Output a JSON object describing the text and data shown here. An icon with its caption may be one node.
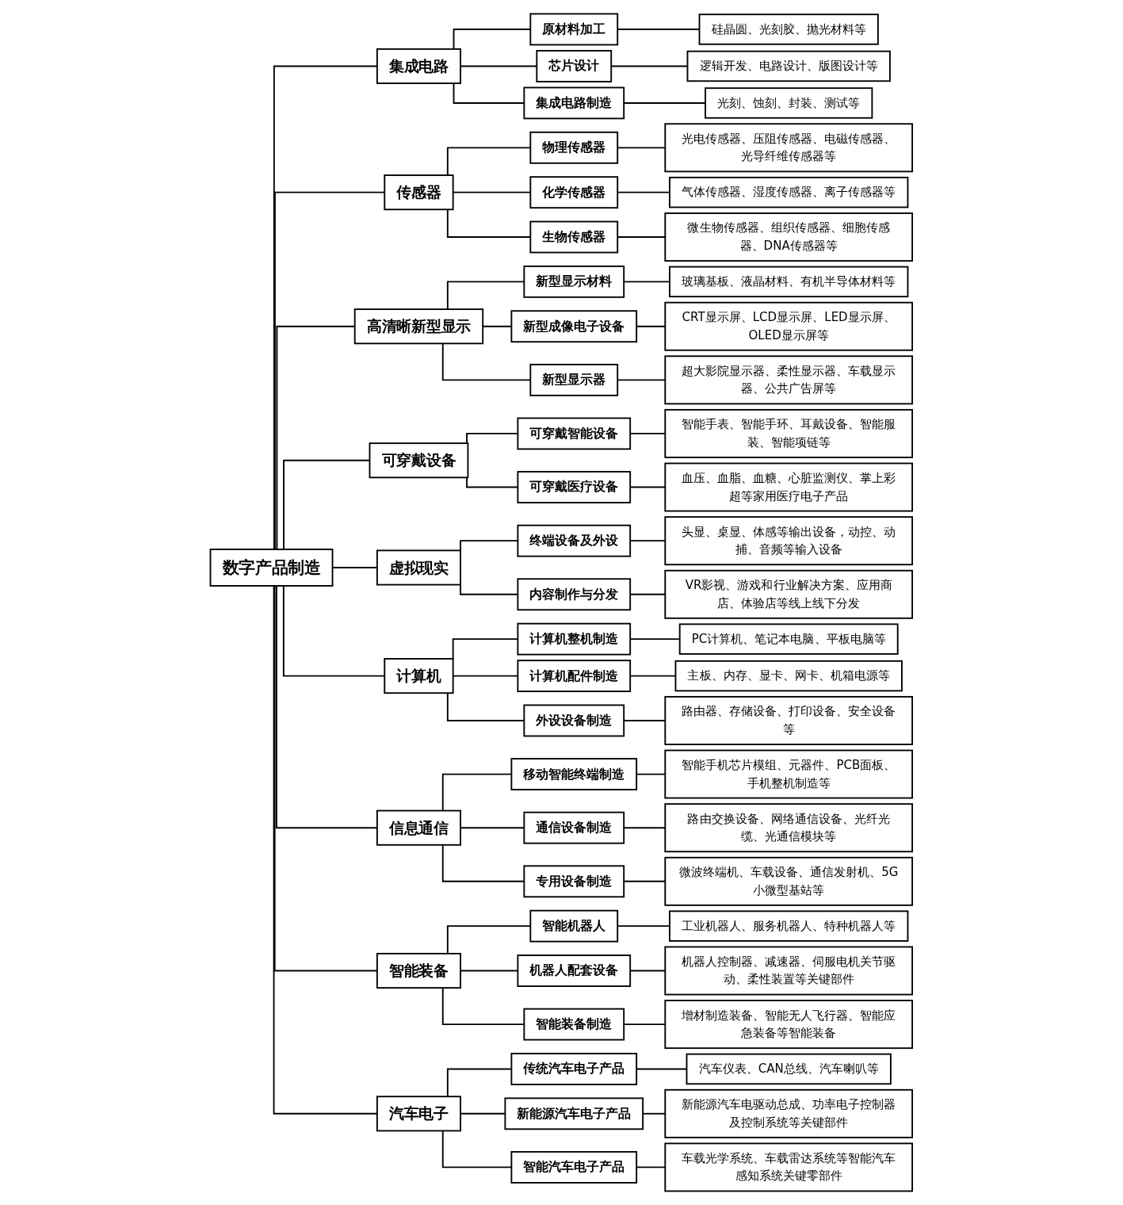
{
  "diagram": {
    "nodes": [
      {
        "text": [
          "数字产品制造"
        ]
      },
      {
        "text": [
          "集成电路"
        ]
      },
      {
        "text": [
          "原材料加工"
        ]
      },
      {
        "text": [
          "硅晶圆、光刻胶、抛光材料等"
        ]
      },
      {
        "text": [
          "芯片设计"
        ]
      },
      {
        "text": [
          "逻辑开发、电路设计、版图设计等"
        ]
      },
      {
        "text": [
          "集成电路制造"
        ]
      },
      {
        "text": [
          "光刻、蚀刻、封装、测试等"
        ]
      },
      {
        "text": [
          "传感器"
        ]
      },
      {
        "text": [
          "物理传感器"
        ]
      },
      {
        "text": [
          "光电传感器、压阻传感器、电磁传感器、光导纤维传感器等"
        ]
      },
      {
        "text": [
          "化学传感器"
        ]
      },
      {
        "text": [
          "气体传感器、湿度传感器、离子传感器等"
        ]
      },
      {
        "text": [
          "生物传感器"
        ]
      },
      {
        "text": [
          "微生物传感器、组织传感器、细胞传感器、DNA传感器等"
        ]
      },
      {
        "text": [
          "高清晰新型显示"
        ]
      },
      {
        "text": [
          "新型显示材料"
        ]
      },
      {
        "text": [
          "玻璃基板、液晶材料、有机半导体材料等"
        ]
      },
      {
        "text": [
          "新型成像电子设备"
        ]
      },
      {
        "text": [
          "CRT显示屏、LCD显示屏、LED显示屏、OLED显示屏等"
        ]
      },
      {
        "text": [
          "新型显示器"
        ]
      },
      {
        "text": [
          "超大影院显示器、柔性显示器、车载显示器、公共广告屏等"
        ]
      },
      {
        "text": [
          "可穿戴设备"
        ]
      },
      {
        "text": [
          "可穿戴智能设备"
        ]
      },
      {
        "text": [
          "智能手表、智能手环、耳戴设备、智能服装、智能项链等"
        ]
      },
      {
        "text": [
          "可穿戴医疗设备"
        ]
      },
      {
        "text": [
          "血压、血脂、血糖、心脏监测仪、掌上彩超等家用医疗电子产品"
        ]
      },
      {
        "text": [
          "虚拟现实"
        ]
      },
      {
        "text": [
          "终端设备及外设"
        ]
      },
      {
        "text": [
          "头显、桌显、体感等输出设备，动控、动捕、音频等输入设备"
        ]
      },
      {
        "text": [
          "内容制作与分发"
        ]
      },
      {
        "text": [
          "VR影视、游戏和行业解决方案、应用商店、体验店等线上线下分发"
        ]
      },
      {
        "text": [
          "计算机"
        ]
      },
      {
        "text": [
          "计算机整机制造"
        ]
      },
      {
        "text": [
          "PC计算机、笔记本电脑、平板电脑等"
        ]
      },
      {
        "text": [
          "计算机配件制造"
        ]
      },
      {
        "text": [
          "主板、内存、显卡、网卡、机箱电源等"
        ]
      },
      {
        "text": [
          "外设设备制造"
        ]
      },
      {
        "text": [
          "路由器、存储设备、打印设备、安全设备等"
        ]
      },
      {
        "text": [
          "信息通信"
        ]
      },
      {
        "text": [
          "移动智能终端制造"
        ]
      },
      {
        "text": [
          "智能手机芯片模组、元器件、PCB面板、手机整机制造等"
        ]
      },
      {
        "text": [
          "通信设备制造"
        ]
      },
      {
        "text": [
          "路由交换设备、网络通信设备、光纤光缆、光通信模块等"
        ]
      },
      {
        "text": [
          "专用设备制造"
        ]
      },
      {
        "text": [
          "微波终端机、车载设备、通信发射机、5G小微型基站等"
        ]
      },
      {
        "text": [
          "智能装备"
        ]
      },
      {
        "text": [
          "智能机器人"
        ]
      },
      {
        "text": [
          "工业机器人、服务机器人、特种机器人等"
        ]
      },
      {
        "text": [
          "机器人配套设备"
        ]
      },
      {
        "text": [
          "机器人控制器、减速器、伺服电机关节驱动、柔性装置等关键部件"
        ]
      },
      {
        "text": [
          "智能装备制造"
        ]
      },
      {
        "text": [
          "增材制造装备、智能无人飞行器、智能应急装备等智能装备"
        ]
      },
      {
        "text": [
          "汽车电子"
        ]
      },
      {
        "text": [
          "传统汽车电子产品"
        ]
      },
      {
        "text": [
          "汽车仪表、CAN总线、汽车喇叭等"
        ]
      },
      {
        "text": [
          "新能源汽车电子产品"
        ]
      },
      {
        "text": [
          "新能源汽车电驱动总成、功率电子控制器及控制系统等关键部件"
        ]
      },
      {
        "text": [
          "智能汽车电子产品"
        ]
      },
      {
        "text": [
          "车载光学系统、车载雷达系统等智能汽车感知系统关键零部件"
        ]
      }
    ],
    "edges": [
      {
        "from": 0,
        "to": 1,
        "arrow": "none"
      },
      {
        "from": 0,
        "to": 8,
        "arrow": "none"
      },
      {
        "from": 0,
        "to": 15,
        "arrow": "none"
      },
      {
        "from": 0,
        "to": 22,
        "arrow": "none"
      },
      {
        "from": 0,
        "to": 27,
        "arrow": "none"
      },
      {
        "from": 0,
        "to": 32,
        "arrow": "none"
      },
      {
        "from": 0,
        "to": 39,
        "arrow": "none"
      },
      {
        "from": 0,
        "to": 46,
        "arrow": "none"
      },
      {
        "from": 0,
        "to": 53,
        "arrow": "none"
      },
      {
        "from": 1,
        "to": 2,
        "arrow": "none"
      },
      {
        "from": 2,
        "to": 3,
        "arrow": "none"
      },
      {
        "from": 1,
        "to": 4,
        "arrow": "none"
      },
      {
        "from": 4,
        "to": 5,
        "arrow": "none"
      },
      {
        "from": 1,
        "to": 6,
        "arrow": "none"
      },
      {
        "from": 6,
        "to": 7,
        "arrow": "none"
      },
      {
        "from": 8,
        "to": 9,
        "arrow": "none"
      },
      {
        "from": 9,
        "to": 10,
        "arrow": "none"
      },
      {
        "from": 8,
        "to": 11,
        "arrow": "none"
      },
      {
        "from": 11,
        "to": 12,
        "arrow": "none"
      },
      {
        "from": 8,
        "to": 13,
        "arrow": "none"
      },
      {
        "from": 13,
        "to": 14,
        "arrow": "none"
      },
      {
        "from": 15,
        "to": 16,
        "arrow": "none"
      },
      {
        "from": 16,
        "to": 17,
        "arrow": "none"
      },
      {
        "from": 15,
        "to": 18,
        "arrow": "none"
      },
      {
        "from": 18,
        "to": 19,
        "arrow": "none"
      },
      {
        "from": 15,
        "to": 20,
        "arrow": "none"
      },
      {
        "from": 20,
        "to": 21,
        "arrow": "none"
      },
      {
        "from": 22,
        "to": 23,
        "arrow": "none"
      },
      {
        "from": 23,
        "to": 24,
        "arrow": "none"
      },
      {
        "from": 22,
        "to": 25,
        "arrow": "none"
      },
      {
        "from": 25,
        "to": 26,
        "arrow": "none"
      },
      {
        "from": 27,
        "to": 28,
        "arrow": "none"
      },
      {
        "from": 28,
        "to": 29,
        "arrow": "none"
      },
      {
        "from": 27,
        "to": 30,
        "arrow": "none"
      },
      {
        "from": 30,
        "to": 31,
        "arrow": "none"
      },
      {
        "from": 32,
        "to": 33,
        "arrow": "none"
      },
      {
        "from": 33,
        "to": 34,
        "arrow": "none"
      },
      {
        "from": 32,
        "to": 35,
        "arrow": "none"
      },
      {
        "from": 35,
        "to": 36,
        "arrow": "none"
      },
      {
        "from": 32,
        "to": 37,
        "arrow": "none"
      },
      {
        "from": 37,
        "to": 38,
        "arrow": "none"
      },
      {
        "from": 39,
        "to": 40,
        "arrow": "none"
      },
      {
        "from": 40,
        "to": 41,
        "arrow": "none"
      },
      {
        "from": 39,
        "to": 42,
        "arrow": "none"
      },
      {
        "from": 42,
        "to": 43,
        "arrow": "none"
      },
      {
        "from": 39,
        "to": 44,
        "arrow": "none"
      },
      {
        "from": 44,
        "to": 45,
        "arrow": "none"
      },
      {
        "from": 46,
        "to": 47,
        "arrow": "none"
      },
      {
        "from": 47,
        "to": 48,
        "arrow": "none"
      },
      {
        "from": 46,
        "to": 49,
        "arrow": "none"
      },
      {
        "from": 49,
        "to": 50,
        "arrow": "none"
      },
      {
        "from": 46,
        "to": 51,
        "arrow": "none"
      },
      {
        "from": 51,
        "to": 52,
        "arrow": "none"
      },
      {
        "from": 53,
        "to": 54,
        "arrow": "none"
      },
      {
        "from": 54,
        "to": 55,
        "arrow": "none"
      },
      {
        "from": 53,
        "to": 56,
        "arrow": "none"
      },
      {
        "from": 56,
        "to": 57,
        "arrow": "none"
      },
      {
        "from": 53,
        "to": 58,
        "arrow": "none"
      },
      {
        "from": 58,
        "to": 59,
        "arrow": "none"
      }
    ]
  }
}
